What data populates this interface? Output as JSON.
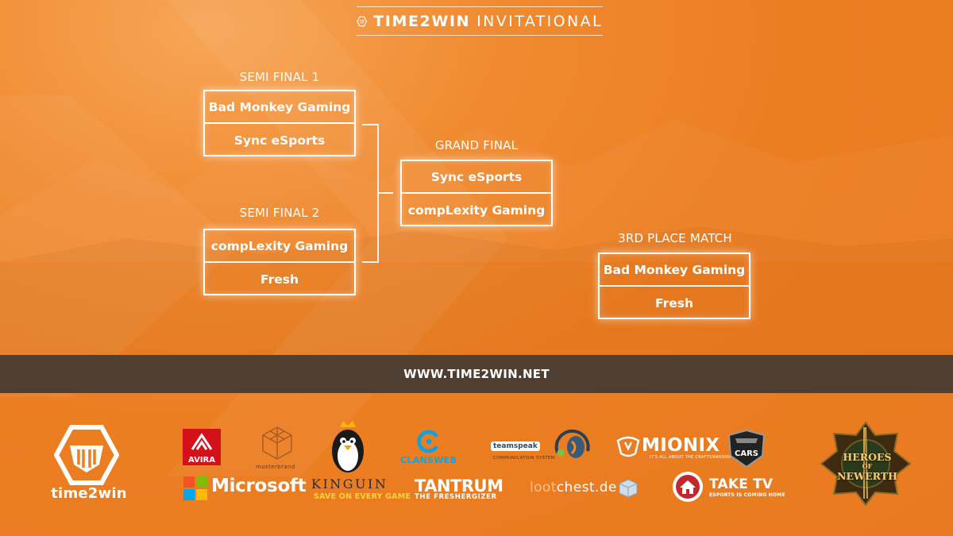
{
  "header": {
    "brand_bold": "TIME2WIN",
    "brand_thin": "INVITATIONAL"
  },
  "bracket": {
    "semi_final_1": {
      "label": "SEMI FINAL 1",
      "teams": [
        "Bad Monkey Gaming",
        "Sync eSports"
      ]
    },
    "semi_final_2": {
      "label": "SEMI FINAL 2",
      "teams": [
        "compLexity Gaming",
        "Fresh"
      ]
    },
    "grand_final": {
      "label": "GRAND FINAL",
      "teams": [
        "Sync eSports",
        "compLexity Gaming"
      ]
    },
    "third_place": {
      "label": "3RD PLACE MATCH",
      "teams": [
        "Bad Monkey Gaming",
        "Fresh"
      ]
    }
  },
  "url_bar": {
    "text": "WWW.TIME2WIN.NET"
  },
  "sponsors": {
    "time2win": "time2win",
    "avira": "AVIRA",
    "microsoft": "Microsoft",
    "musterbrand": "musterbrand",
    "kinguin": "KINGUIN",
    "kinguin_tagline": "SAVE ON EVERY GAME",
    "clansweb": "CLANSWEB",
    "tantrum": "TANTRUM",
    "tantrum_tagline": "THE FRESHERGIZER",
    "teamspeak": "teamspeak",
    "teamspeak_tagline": "COMMUNICATION SYSTEM",
    "lootchest_a": "loot",
    "lootchest_b": "chest.de",
    "mionix": "MIONIX",
    "mionix_tagline": "IT'S ALL ABOUT THE CRAFTSMANSHIP",
    "cars": "CARS",
    "taketv": "TAKE TV",
    "taketv_tagline": "ESPORTS IS COMING HOME",
    "hon_line1": "HEROES",
    "hon_line2": "OF",
    "hon_line3": "NEWERTH"
  },
  "colors": {
    "background": "#ec7e22",
    "bar": "#4f3f33",
    "avira_red": "#d4111a"
  }
}
